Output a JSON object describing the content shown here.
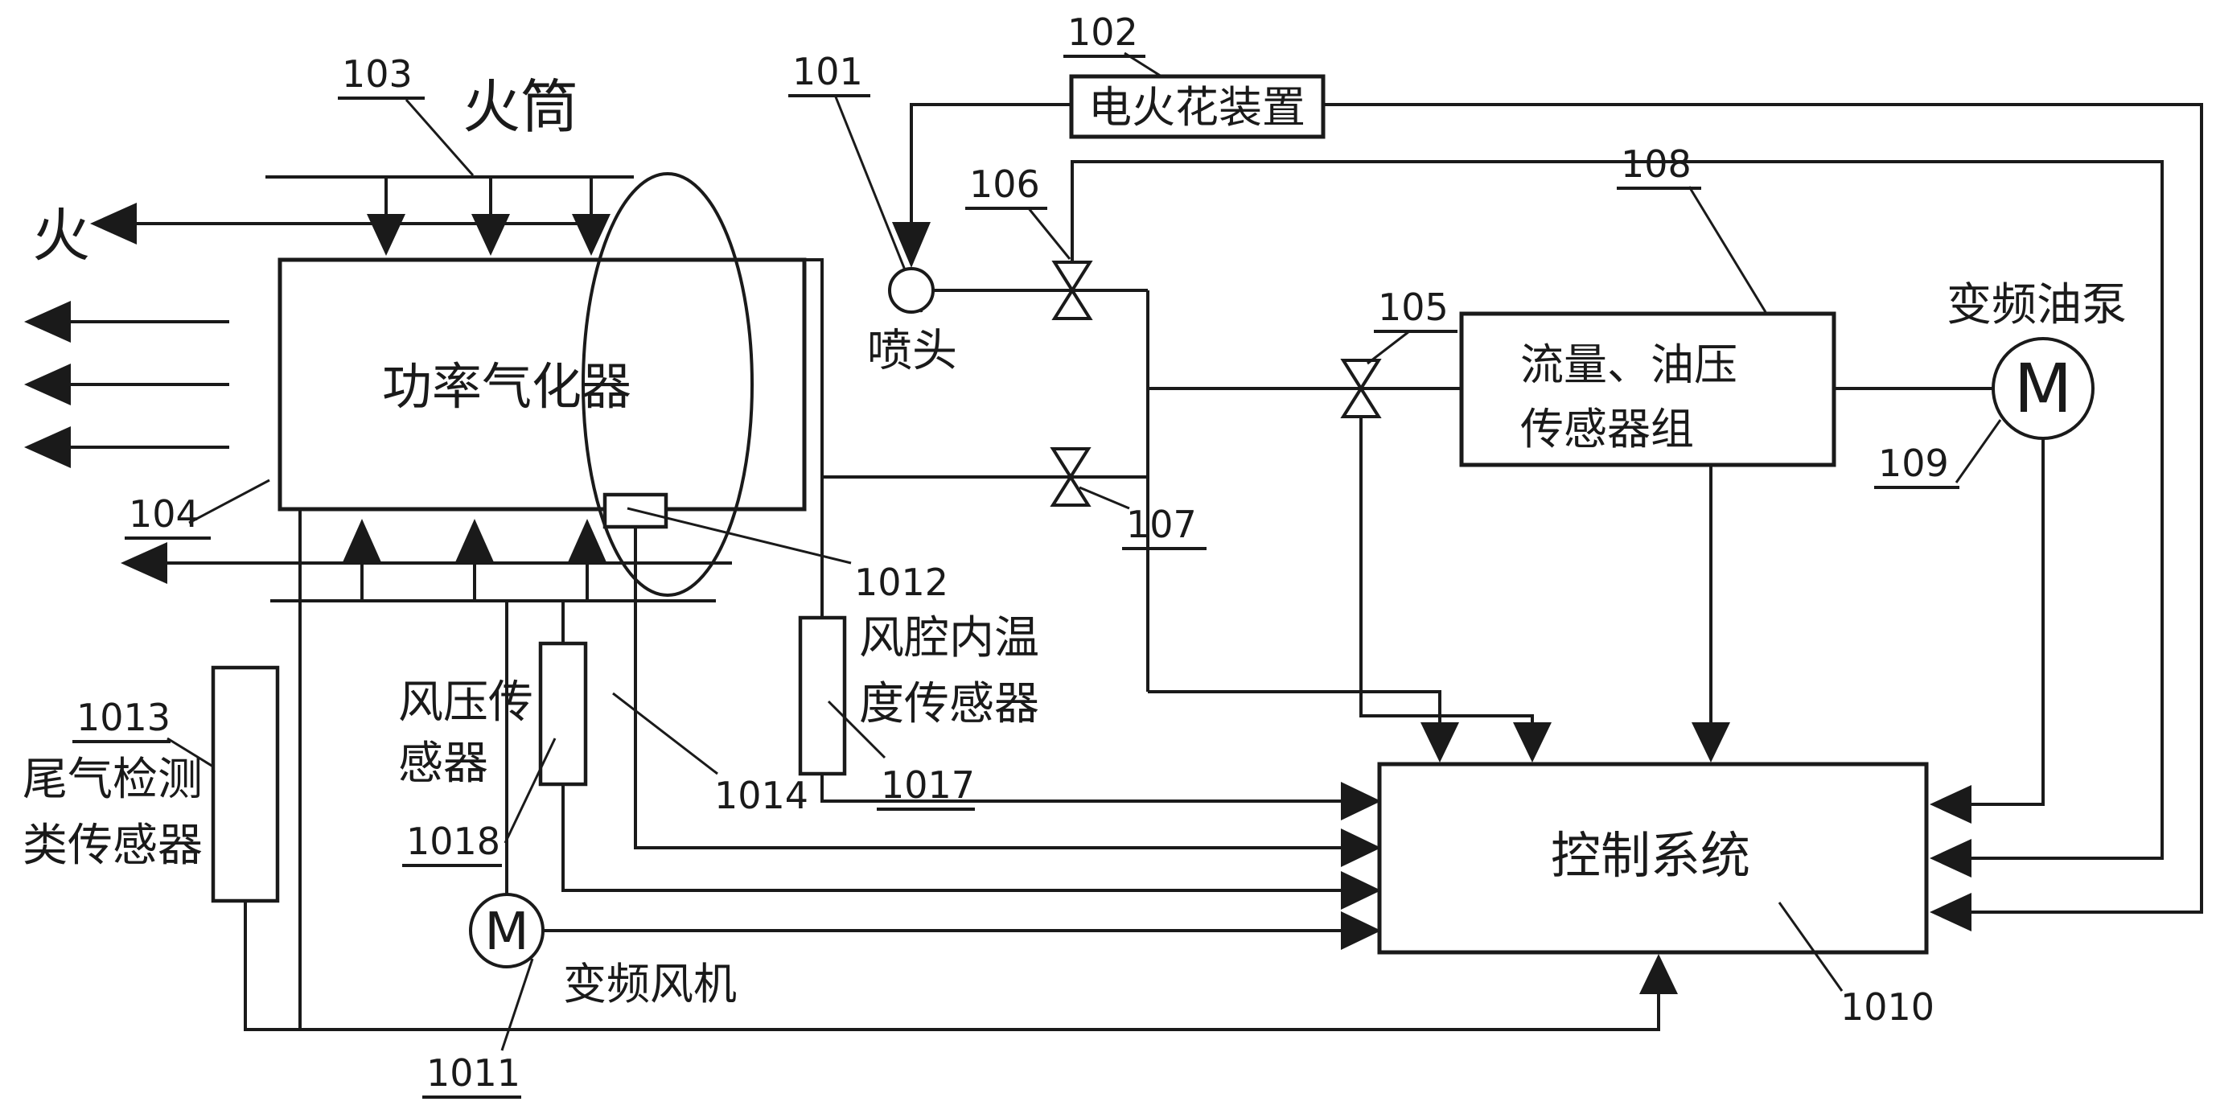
{
  "texts": {
    "flame": "火",
    "fire_tube": "火筒",
    "vaporizer": "功率气化器",
    "spark_device": "电火花装置",
    "nozzle": "喷头",
    "flow_sensor_l1": "流量、油压",
    "flow_sensor_l2": "传感器组",
    "oil_pump": "变频油泵",
    "motor": "M",
    "cavity_temp_l1": "风腔内温",
    "cavity_temp_l2": "度传感器",
    "wind_press_l1": "风压传",
    "wind_press_l2": "感器",
    "exhaust_l1": "尾气检测",
    "exhaust_l2": "类传感器",
    "fan": "变频风机",
    "control": "控制系统"
  },
  "labels": {
    "n101": "101",
    "n102": "102",
    "n103": "103",
    "n104": "104",
    "n105": "105",
    "n106": "106",
    "n107": "107",
    "n108": "108",
    "n109": "109",
    "n1010": "1010",
    "n1011": "1011",
    "n1012": "1012",
    "n1013": "1013",
    "n1014": "1014",
    "n1017": "1017",
    "n1018": "1018"
  },
  "colors": {
    "ink": "#1a1a1a",
    "bg": "#ffffff"
  }
}
